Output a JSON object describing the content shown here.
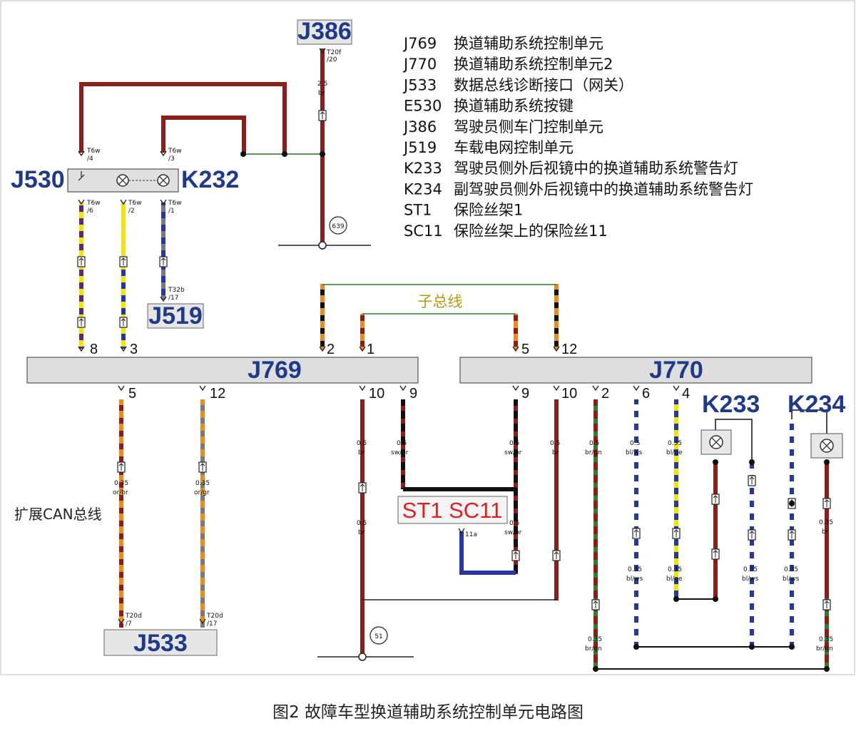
{
  "colors": {
    "br": "#8b1d1b",
    "sw": "#111111",
    "bl": "#2438a0",
    "ge": "#f2e600",
    "ws": "#ffffff",
    "gn": "#2f7d2f",
    "or": "#f08a1c",
    "gr": "#7a7a7a",
    "li": "#5a2a7a",
    "component_label": "#1f3a8a",
    "fuse_label": "#e02020",
    "subbus_label": "#b89a10"
  },
  "components": {
    "J386": "J386",
    "J530": "J530",
    "K232": "K232",
    "J519": "J519",
    "J769": "J769",
    "J770": "J770",
    "J533": "J533",
    "K233": "K233",
    "K234": "K234",
    "fuse": "ST1 SC11"
  },
  "legend": [
    {
      "code": "J769",
      "desc": "换道辅助系统控制单元"
    },
    {
      "code": "J770",
      "desc": "换道辅助系统控制单元2"
    },
    {
      "code": "J533",
      "desc": "数据总线诊断接口（网关）"
    },
    {
      "code": "E530",
      "desc": "换道辅助系统按键"
    },
    {
      "code": "J386",
      "desc": "驾驶员侧车门控制单元"
    },
    {
      "code": "J519",
      "desc": "车载电网控制单元"
    },
    {
      "code": "K233",
      "desc": "驾驶员侧外后视镜中的换道辅助系统警告灯"
    },
    {
      "code": "K234",
      "desc": "副驾驶员侧外后视镜中的换道辅助系统警告灯"
    },
    {
      "code": "ST1",
      "desc": "保险丝架1"
    },
    {
      "code": "SC11",
      "desc": "保险丝架上的保险丝11"
    }
  ],
  "labels": {
    "subbus": "子总线",
    "ext_can": "扩展CAN总线",
    "ground_639": "639",
    "ground_51": "51",
    "caption": "图2 故障车型换道辅助系统控制单元电路图"
  },
  "pins": {
    "j769_top": [
      "8",
      "3",
      "2",
      "1"
    ],
    "j770_top": [
      "5",
      "12"
    ],
    "j769_bottom": [
      "5",
      "12",
      "10",
      "9"
    ],
    "j770_bottom": [
      "9",
      "10",
      "2",
      "6",
      "4"
    ]
  },
  "connectors": {
    "j386": [
      "T20f",
      "/20"
    ],
    "j530_4": [
      "T6w",
      "/4"
    ],
    "j530_3": [
      "T6w",
      "/3"
    ],
    "j530_6": [
      "T6w",
      "/6"
    ],
    "j530_2": [
      "T6w",
      "/2"
    ],
    "j530_1": [
      "T6w",
      "/1"
    ],
    "j519": [
      "T32b",
      "/17"
    ],
    "j533_7": [
      "T20d",
      "/7"
    ],
    "j533_17": [
      "T20d",
      "/17"
    ],
    "fuse": "11a"
  },
  "wires": {
    "j386_feed": [
      "2.5",
      "br"
    ],
    "can_h": [
      "0.35",
      "or/br"
    ],
    "can_l": [
      "0.35",
      "or/gr"
    ],
    "j769_10_a": [
      "0.5",
      "br"
    ],
    "j769_10_b": [
      "0.5",
      "br"
    ],
    "j769_9": [
      "0.5",
      "sw/br"
    ],
    "j770_9_a": [
      "0.5",
      "sw/br"
    ],
    "j770_9_b": [
      "0.5",
      "sw/br"
    ],
    "j770_10": [
      "0.5",
      "br"
    ],
    "j770_2": [
      "0.5",
      "br/gn"
    ],
    "j770_6": [
      "0.5",
      "bl/ws"
    ],
    "j770_4": [
      "0.35",
      "bl/ge"
    ],
    "lower_bl_ws": [
      "0.35",
      "bl/ws"
    ],
    "lower_bl_ge": [
      "0.35",
      "bl/ge"
    ],
    "k233_bl_ws": [
      "0.35",
      "bl/ws"
    ],
    "k234_bl_ws": [
      "0.35",
      "bl/ws"
    ],
    "k234_br": [
      "0.35",
      "br"
    ],
    "gnd_br_gn_left": [
      "0.35",
      "br/gn"
    ],
    "gnd_br_gn_right": [
      "0.35",
      "br/gn"
    ]
  }
}
